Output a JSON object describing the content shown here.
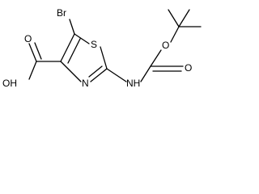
{
  "molecule": {
    "atoms": {
      "br": "Br",
      "s": "S",
      "n": "N",
      "nh": "NH",
      "acid_oh": "OH",
      "acid_o": "O",
      "ester_o": "O",
      "carbonyl_o": "O"
    }
  },
  "colors": {
    "bond": "#000000",
    "text": "#000000",
    "background": "#ffffff"
  }
}
